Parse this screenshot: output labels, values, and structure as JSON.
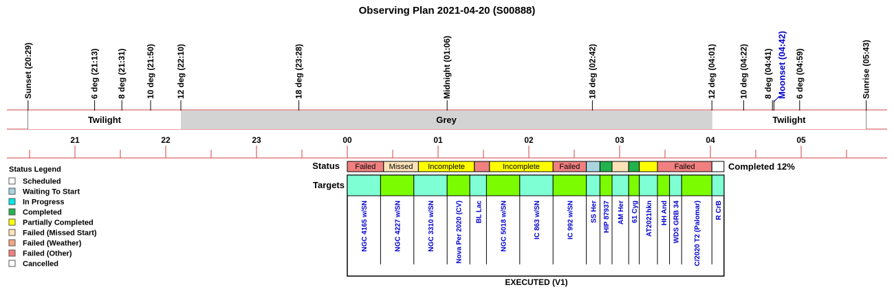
{
  "title": "Observing Plan 2021-04-20 (S00888)",
  "chart_data": {
    "type": "timeline",
    "time_axis": {
      "start": "20:20",
      "end": "05:52",
      "hour_labels": [
        "21",
        "22",
        "23",
        "00",
        "01",
        "02",
        "03",
        "04",
        "05"
      ]
    },
    "events": [
      {
        "label": "Sunset (20:29)",
        "time": "20:29",
        "highlight": false
      },
      {
        "label": "6 deg (21:13)",
        "time": "21:13",
        "highlight": false
      },
      {
        "label": "8 deg (21:31)",
        "time": "21:31",
        "highlight": false
      },
      {
        "label": "10 deg (21:50)",
        "time": "21:50",
        "highlight": false
      },
      {
        "label": "12 deg (22:10)",
        "time": "22:10",
        "highlight": false
      },
      {
        "label": "18 deg (23:28)",
        "time": "23:28",
        "highlight": false
      },
      {
        "label": "Midnight (01:06)",
        "time": "01:06",
        "highlight": false
      },
      {
        "label": "18 deg (02:42)",
        "time": "02:42",
        "highlight": false
      },
      {
        "label": "12 deg (04:01)",
        "time": "04:01",
        "highlight": false
      },
      {
        "label": "10 deg (04:22)",
        "time": "04:22",
        "highlight": false
      },
      {
        "label": "8 deg (04:41)",
        "time": "04:41",
        "highlight": false
      },
      {
        "label": "Moonset (04:42)",
        "time": "04:42",
        "highlight": true
      },
      {
        "label": "6 deg (04:59)",
        "time": "04:59",
        "highlight": false
      },
      {
        "label": "Sunrise (05:43)",
        "time": "05:43",
        "highlight": false
      }
    ],
    "bands": [
      {
        "label": "Twilight",
        "start": "20:29",
        "end": "22:10",
        "color": "#ffffff"
      },
      {
        "label": "Grey",
        "start": "22:10",
        "end": "04:01",
        "color": "#d3d3d3"
      },
      {
        "label": "Twilight",
        "start": "04:01",
        "end": "05:43",
        "color": "#ffffff"
      }
    ],
    "status_row_label": "Status",
    "targets_row_label": "Targets",
    "status_segments": [
      {
        "label": "Failed",
        "start": "00:00",
        "end": "00:24",
        "color": "#f08080"
      },
      {
        "label": "Missed",
        "start": "00:24",
        "end": "00:47",
        "color": "#fde2b8"
      },
      {
        "label": "Incomplete",
        "start": "00:47",
        "end": "01:24",
        "color": "#ffff00"
      },
      {
        "label": "",
        "start": "01:24",
        "end": "01:34",
        "color": "#f08080"
      },
      {
        "label": "Incomplete",
        "start": "01:34",
        "end": "02:16",
        "color": "#ffff00"
      },
      {
        "label": "Failed",
        "start": "02:16",
        "end": "02:38",
        "color": "#f08080"
      },
      {
        "label": "",
        "start": "02:38",
        "end": "02:47",
        "color": "#a8d4e0"
      },
      {
        "label": "",
        "start": "02:47",
        "end": "02:55",
        "color": "#22b14c"
      },
      {
        "label": "",
        "start": "02:55",
        "end": "03:06",
        "color": "#fde2b8"
      },
      {
        "label": "",
        "start": "03:06",
        "end": "03:13",
        "color": "#22b14c"
      },
      {
        "label": "",
        "start": "03:13",
        "end": "03:25",
        "color": "#ffff00"
      },
      {
        "label": "Failed",
        "start": "03:25",
        "end": "04:01",
        "color": "#f08080"
      },
      {
        "label": "",
        "start": "04:01",
        "end": "04:09",
        "color": "#ffffff"
      }
    ],
    "targets": [
      {
        "name": "NGC 4165 w/SN",
        "start": "00:00",
        "end": "00:22",
        "color": "#7fffd4"
      },
      {
        "name": "NGC 4227 w/SN",
        "start": "00:22",
        "end": "00:44",
        "color": "#7cfc00"
      },
      {
        "name": "NGC 3310 w/SN",
        "start": "00:44",
        "end": "01:06",
        "color": "#7fffd4"
      },
      {
        "name": "Nova Per 2020 (CV)",
        "start": "01:06",
        "end": "01:21",
        "color": "#7cfc00"
      },
      {
        "name": "BL Lac",
        "start": "01:21",
        "end": "01:32",
        "color": "#7fffd4"
      },
      {
        "name": "NGC 5018 w/SN",
        "start": "01:32",
        "end": "01:54",
        "color": "#7cfc00"
      },
      {
        "name": "IC 863 w/SN",
        "start": "01:54",
        "end": "02:16",
        "color": "#7fffd4"
      },
      {
        "name": "IC 992 w/SN",
        "start": "02:16",
        "end": "02:38",
        "color": "#7cfc00"
      },
      {
        "name": "SS Her",
        "start": "02:38",
        "end": "02:47",
        "color": "#7fffd4"
      },
      {
        "name": "HIP 87937",
        "start": "02:47",
        "end": "02:55",
        "color": "#7cfc00"
      },
      {
        "name": "AM Her",
        "start": "02:55",
        "end": "03:06",
        "color": "#7fffd4"
      },
      {
        "name": "61 Cyg",
        "start": "03:06",
        "end": "03:13",
        "color": "#7cfc00"
      },
      {
        "name": "AT2021hkn",
        "start": "03:13",
        "end": "03:25",
        "color": "#7fffd4"
      },
      {
        "name": "HH And",
        "start": "03:25",
        "end": "03:33",
        "color": "#7cfc00"
      },
      {
        "name": "WDS GRB 34",
        "start": "03:33",
        "end": "03:41",
        "color": "#7fffd4"
      },
      {
        "name": "C/2020 T2 (Palomar)",
        "start": "03:41",
        "end": "04:01",
        "color": "#7cfc00"
      },
      {
        "name": "R CrB",
        "start": "04:01",
        "end": "04:09",
        "color": "#7fffd4"
      }
    ],
    "completed_text": "Completed 12%",
    "footer": "EXECUTED (V1)"
  },
  "legend": {
    "title": "Status Legend",
    "items": [
      {
        "label": "Scheduled",
        "color": "#ffffff"
      },
      {
        "label": "Waiting To Start",
        "color": "#a8d4e0"
      },
      {
        "label": "In Progress",
        "color": "#00e5e5"
      },
      {
        "label": "Completed",
        "color": "#22b14c"
      },
      {
        "label": "Partially Completed",
        "color": "#ffff00"
      },
      {
        "label": "Failed (Missed Start)",
        "color": "#fde2b8"
      },
      {
        "label": "Failed (Weather)",
        "color": "#f4a582"
      },
      {
        "label": "Failed (Other)",
        "color": "#f08080"
      },
      {
        "label": "Cancelled",
        "color": "#ffffff"
      }
    ]
  }
}
